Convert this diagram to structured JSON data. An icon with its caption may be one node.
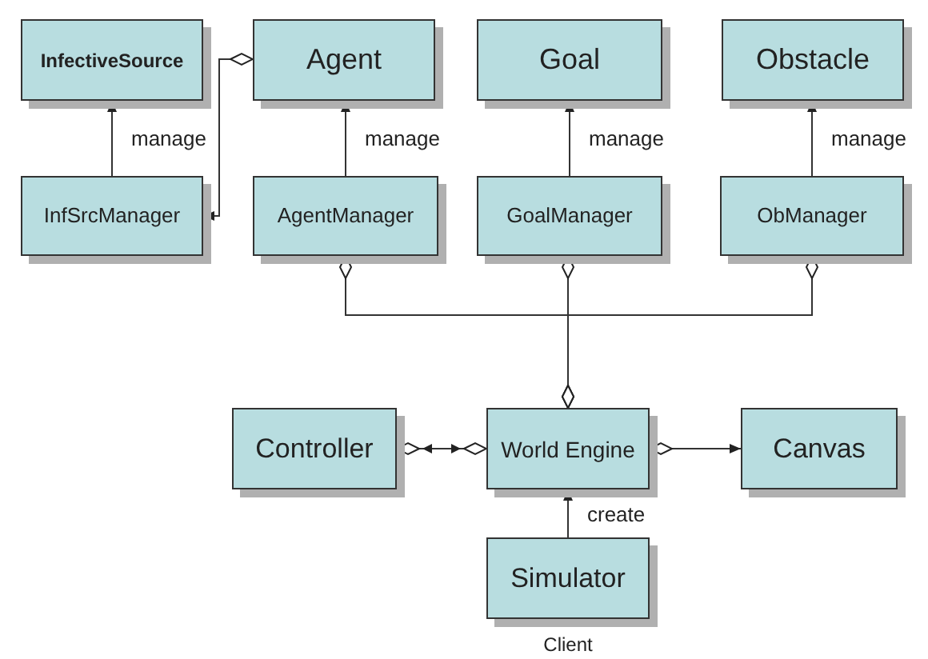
{
  "diagram": {
    "nodes": [
      {
        "text": [
          "InfectiveSource"
        ]
      },
      {
        "text": [
          "Agent"
        ]
      },
      {
        "text": [
          "Goal"
        ]
      },
      {
        "text": [
          "Obstacle"
        ]
      },
      {
        "text": [
          "InfSrcManager"
        ]
      },
      {
        "text": [
          "AgentManager"
        ]
      },
      {
        "text": [
          "GoalManager"
        ]
      },
      {
        "text": [
          "ObManager"
        ]
      },
      {
        "text": [
          "Controller"
        ]
      },
      {
        "text": [
          "World Engine"
        ]
      },
      {
        "text": [
          "Canvas"
        ]
      },
      {
        "text": [
          "Simulator"
        ],
        "beside": [
          "Client"
        ]
      }
    ],
    "edges": [
      {
        "from": 4,
        "to": 0,
        "arrow": "to",
        "label": "manage"
      },
      {
        "from": 1,
        "to": 4,
        "arrow": "to"
      },
      {
        "from": 5,
        "to": 1,
        "arrow": "to",
        "label": "manage"
      },
      {
        "from": 6,
        "to": 2,
        "arrow": "to",
        "label": "manage"
      },
      {
        "from": 7,
        "to": 3,
        "arrow": "to",
        "label": "manage"
      },
      {
        "from": 5,
        "to": 9,
        "arrow": "other"
      },
      {
        "from": 6,
        "to": 9,
        "arrow": "other"
      },
      {
        "from": 7,
        "to": 9,
        "arrow": "other"
      },
      {
        "from": 8,
        "to": 9,
        "arrow": "both"
      },
      {
        "from": 9,
        "to": 10,
        "arrow": "to"
      },
      {
        "from": 11,
        "to": 9,
        "arrow": "to",
        "label": "create"
      }
    ]
  }
}
